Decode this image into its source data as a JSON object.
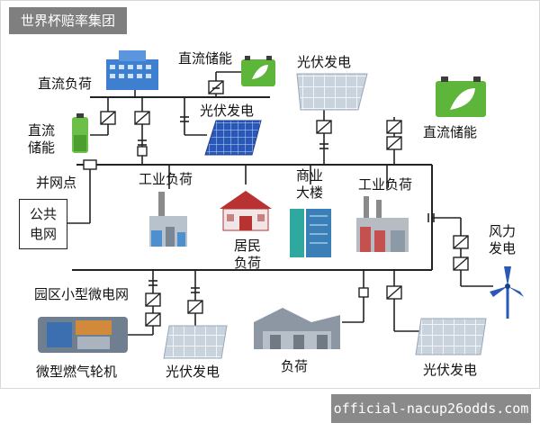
{
  "banner": {
    "title": "世界杯赔率集团"
  },
  "watermark": {
    "text": "official-nacup26odds.com"
  },
  "labels": {
    "dc_load": "直流负荷",
    "dc_storage_top": "直流储能",
    "pv_top1": "光伏发电",
    "pv_top2": "光伏发电",
    "dc_storage_left_1": "直流",
    "dc_storage_left_2": "储能",
    "dc_storage_right": "直流储能",
    "grid_point": "并网点",
    "public_grid_1": "公共",
    "public_grid_2": "电网",
    "industrial_load_1": "工业负荷",
    "commercial_1": "商业",
    "commercial_2": "大楼",
    "industrial_load_2": "工业负荷",
    "residential_1": "居民",
    "residential_2": "负荷",
    "wind_1": "风力",
    "wind_2": "发电",
    "microgrid": "园区小型微电网",
    "turbine": "微型燃气轮机",
    "pv_bottom1": "光伏发电",
    "load_bottom": "负荷",
    "pv_bottom2": "光伏发电"
  },
  "colors": {
    "line": "#222222",
    "building_blue": "#3a78c8",
    "battery_green": "#5db53a",
    "pv_blue": "#2f5fbf",
    "pv_gray": "#aab6c4",
    "roof_red": "#b83232",
    "teal": "#2fa9a0"
  }
}
